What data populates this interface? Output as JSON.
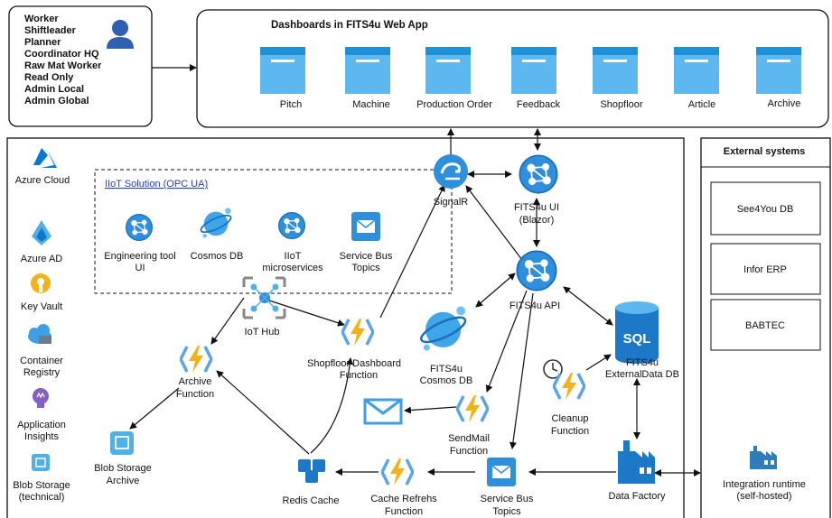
{
  "roles": [
    "Worker",
    "Shiftleader",
    "Planner",
    "Coordinator HQ",
    "Raw Mat Worker",
    "Read Only",
    "Admin Local",
    "Admin Global"
  ],
  "dashboards": {
    "title": "Dashboards  in FITS4u Web App",
    "items": [
      "Pitch",
      "Machine",
      "Production Order",
      "Feedback",
      "Shopfloor",
      "Article",
      "Archive"
    ]
  },
  "sidebar": {
    "azure_cloud": "Azure Cloud",
    "azure_ad": "Azure AD",
    "key_vault": "Key Vault",
    "container_registry": [
      "Container",
      "Registry"
    ],
    "app_insights": [
      "Application",
      "Insights"
    ],
    "blob_storage": [
      "Blob Storage",
      "(technical)"
    ]
  },
  "iiot": {
    "title": "IIoT Solution (OPC UA)",
    "engineering": [
      "Engineering tool",
      "UI"
    ],
    "cosmos": "Cosmos DB",
    "microservices": [
      "IIoT",
      "microservices"
    ],
    "servicebus": [
      "Service Bus",
      "Topics"
    ]
  },
  "nodes": {
    "signalr": "SignalR",
    "fits_ui": [
      "FITS4u UI",
      "(Blazor)"
    ],
    "fits_api": "FITS4u API",
    "iot_hub": "IoT Hub",
    "shopfloor_fn": [
      "Shopfloor Dashboard",
      "Function"
    ],
    "archive_fn": [
      "Archive",
      "Function"
    ],
    "cosmos_db": [
      "FITS4u",
      "Cosmos DB"
    ],
    "sql_label": "SQL",
    "external_db": [
      "FITS4u",
      "ExternalData DB"
    ],
    "cleanup_fn": [
      "Cleanup",
      "Function"
    ],
    "sendmail_fn": [
      "SendMail",
      "Function"
    ],
    "blob_archive": [
      "Blob Storage",
      "Archive"
    ],
    "redis": "Redis Cache",
    "cache_fn": [
      "Cache Refrehs",
      "Function"
    ],
    "servicebus_topics": [
      "Service Bus",
      "Topics"
    ],
    "data_factory": "Data Factory"
  },
  "external": {
    "title": "External systems",
    "items": [
      "See4You DB",
      "Infor ERP",
      "BABTEC"
    ],
    "integration": [
      "Integration runtime",
      "(self-hosted)"
    ]
  },
  "colors": {
    "azure_blue": "#0078d4",
    "light_blue": "#50b0e8",
    "function_yellow": "#f2b21b",
    "dashboard_header": "#1e90d8",
    "dashboard_body": "#5cb8ef",
    "purple": "#8661c5"
  }
}
